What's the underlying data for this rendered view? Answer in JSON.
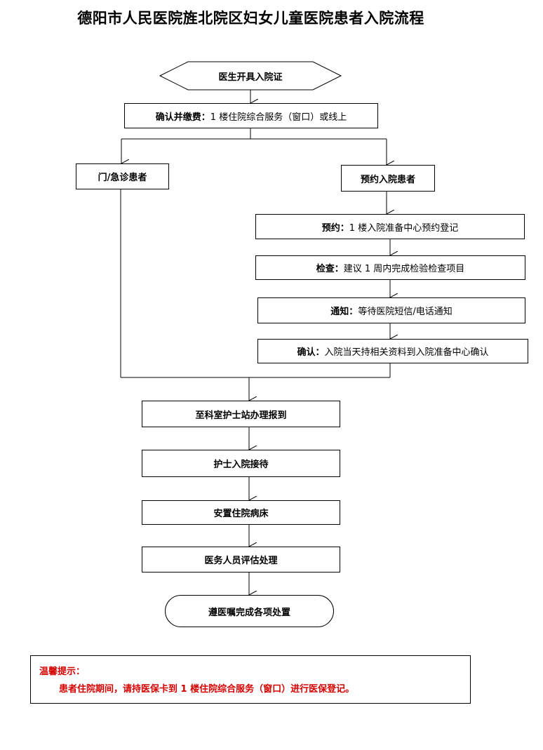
{
  "title": "德阳市人民医院旌北院区妇女儿童医院患者入院流程",
  "start": "医生开具入院证",
  "confirm_pay": {
    "label": "确认并缴费：",
    "text": "1 楼住院综合服务（窗口）或线上"
  },
  "branch_left": "门/急诊患者",
  "branch_right": "预约入院患者",
  "steps_right": [
    {
      "label": "预约：",
      "text": "1 楼入院准备中心预约登记"
    },
    {
      "label": "检查：",
      "text": "建议 1 周内完成检验检查项目"
    },
    {
      "label": "通知：",
      "text": "等待医院短信/电话通知"
    },
    {
      "label": "确认：",
      "text": "入院当天持相关资料到入院准备中心确认"
    }
  ],
  "steps_main": [
    "至科室护士站办理报到",
    "护士入院接待",
    "安置住院病床",
    "医务人员评估处理"
  ],
  "end": "遵医嘱完成各项处置",
  "tips": {
    "title": "温馨提示：",
    "text": "患者住院期间，请持医保卡到 1 楼住院综合服务（窗口）进行医保登记。",
    "color": "#d40000"
  }
}
